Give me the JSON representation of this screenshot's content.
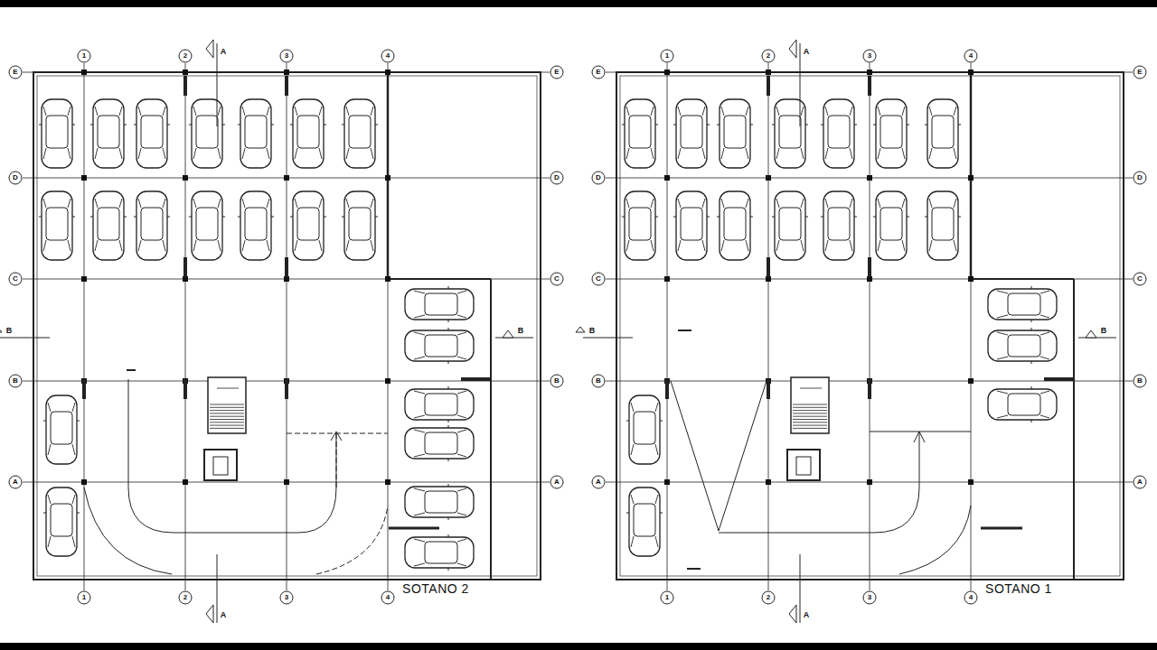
{
  "diagram": {
    "labels": [
      "1",
      "2",
      "3",
      "4",
      "1",
      "2",
      "3",
      "4",
      "E",
      "D",
      "C",
      "B",
      "A",
      "E",
      "D",
      "C",
      "B",
      "A",
      "A",
      "A",
      "B",
      "B",
      "SOTANO 2",
      "1",
      "2",
      "3",
      "4",
      "1",
      "2",
      "3",
      "4",
      "E",
      "D",
      "C",
      "B",
      "A",
      "E",
      "D",
      "C",
      "B",
      "A",
      "A",
      "A",
      "B",
      "B",
      "SOTANO 1"
    ]
  }
}
